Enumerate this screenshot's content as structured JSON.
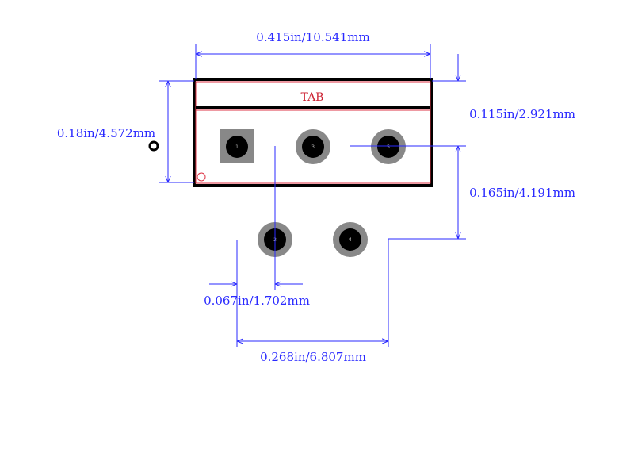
{
  "colors": {
    "dimension": "#2a2aff",
    "body_outline": "#000000",
    "silkscreen": "#dd3344",
    "pad_ring": "#888888",
    "drill": "#000000"
  },
  "body": {
    "tab_label": "TAB"
  },
  "pads": [
    {
      "number": "1",
      "shape": "square"
    },
    {
      "number": "3",
      "shape": "round"
    },
    {
      "number": "5",
      "shape": "round"
    },
    {
      "number": "2",
      "shape": "round"
    },
    {
      "number": "4",
      "shape": "round"
    }
  ],
  "dimensions": {
    "width": "0.415in/10.541mm",
    "height": "0.18in/4.572mm",
    "tab_offset": "0.115in/2.921mm",
    "row_offset": "0.165in/4.191mm",
    "pitch": "0.067in/1.702mm",
    "span": "0.268in/6.807mm"
  }
}
